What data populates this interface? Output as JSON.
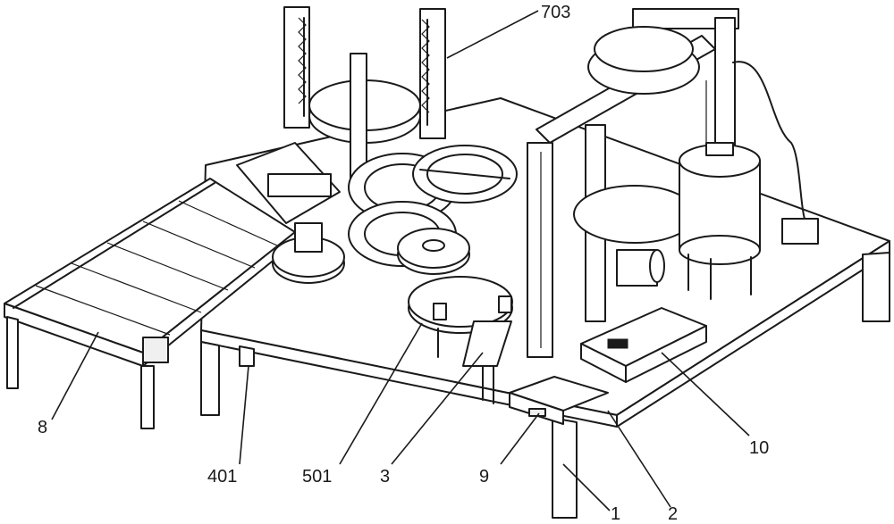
{
  "labels": [
    {
      "id": "703",
      "text": "703"
    },
    {
      "id": "8",
      "text": "8"
    },
    {
      "id": "401",
      "text": "401"
    },
    {
      "id": "501",
      "text": "501"
    },
    {
      "id": "3",
      "text": "3"
    },
    {
      "id": "9",
      "text": "9"
    },
    {
      "id": "10",
      "text": "10"
    },
    {
      "id": "1",
      "text": "1"
    },
    {
      "id": "2",
      "text": "2"
    }
  ]
}
